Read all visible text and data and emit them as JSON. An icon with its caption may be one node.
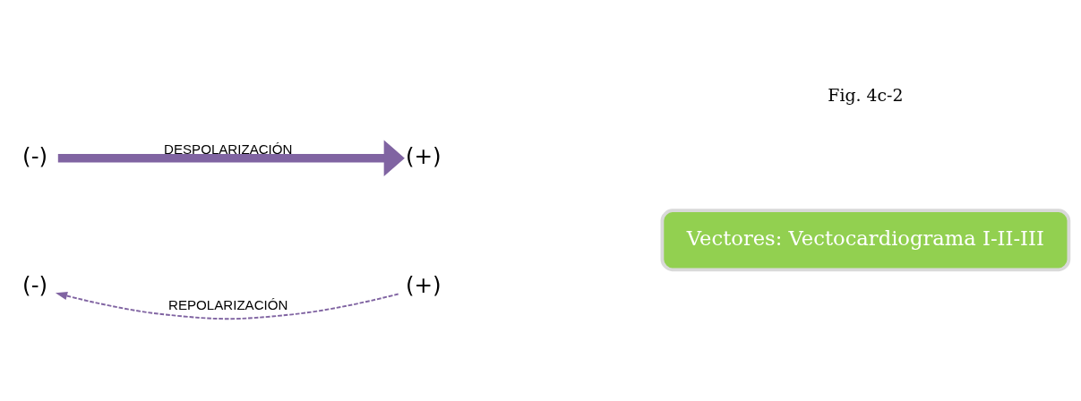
{
  "diagram": {
    "nodes": [
      {
        "text": [
          "(-)"
        ]
      },
      {
        "text": [
          "(+)"
        ]
      },
      {
        "text": [
          "(-)"
        ]
      },
      {
        "text": [
          "(+)"
        ]
      },
      {
        "text": [
          "Vectores: Vectocardiograma I-II-III"
        ]
      }
    ],
    "edges": [
      {
        "from": 0,
        "to": 1,
        "arrow": "to",
        "label": "DESPOLARIZACIÓN",
        "style": "thick"
      },
      {
        "from": 3,
        "to": 2,
        "arrow": "to",
        "label": "REPOLARIZACIÓN",
        "style": "dashed"
      }
    ],
    "labels": [
      "Fig. 4c-2"
    ]
  }
}
